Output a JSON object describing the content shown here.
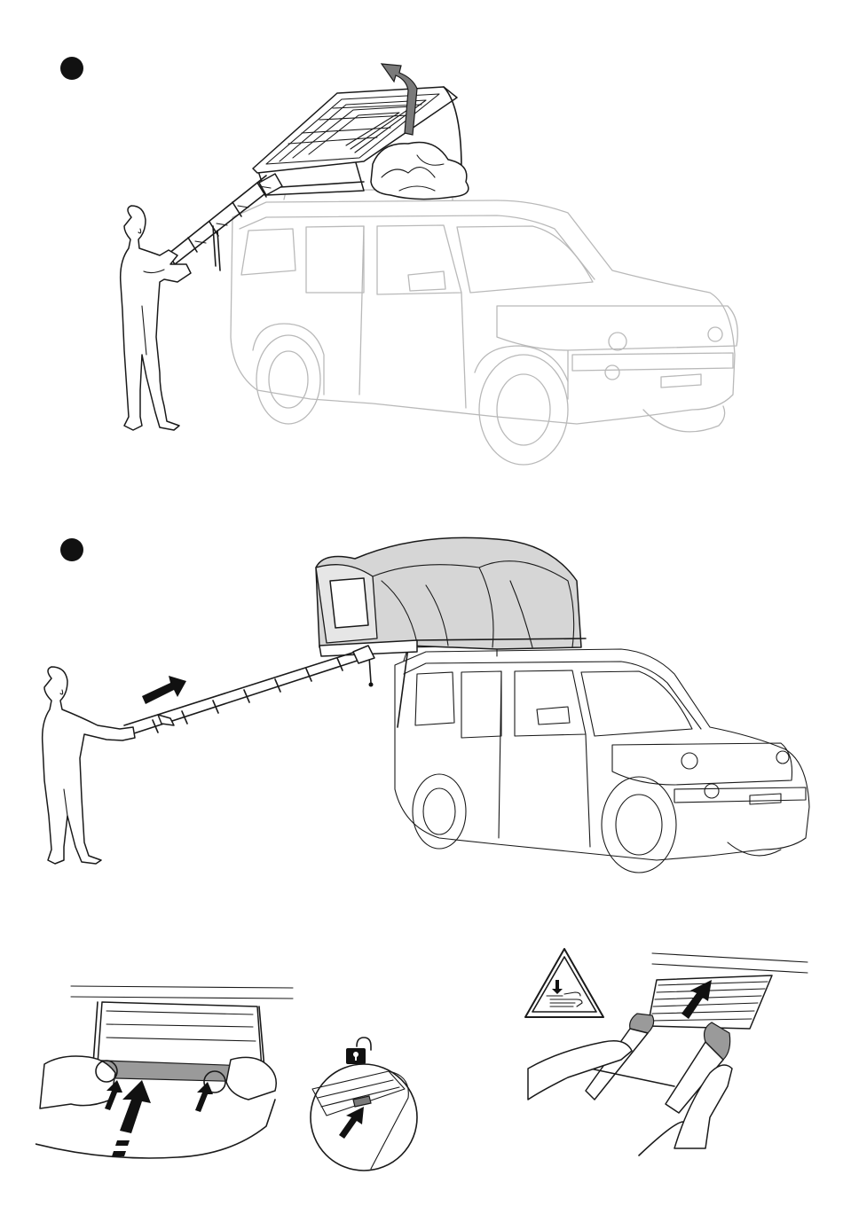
{
  "steps": [
    {
      "id": "step-1"
    },
    {
      "id": "step-2"
    }
  ],
  "details": [
    {
      "id": "ladder-release-detail"
    },
    {
      "id": "unlock-button-detail"
    },
    {
      "id": "pinch-warning-detail"
    }
  ],
  "colors": {
    "ink": "#1a1a1a",
    "car_outline": "#b9b9b9",
    "tent_fabric": "#d6d6d6",
    "arrow_grey": "#7a7a7a",
    "arrow_black": "#111111"
  },
  "icons": {
    "step_marker": "filled-circle",
    "unlock": "unlocked-padlock-icon",
    "warning": "hand-pinch-warning-triangle-icon"
  }
}
